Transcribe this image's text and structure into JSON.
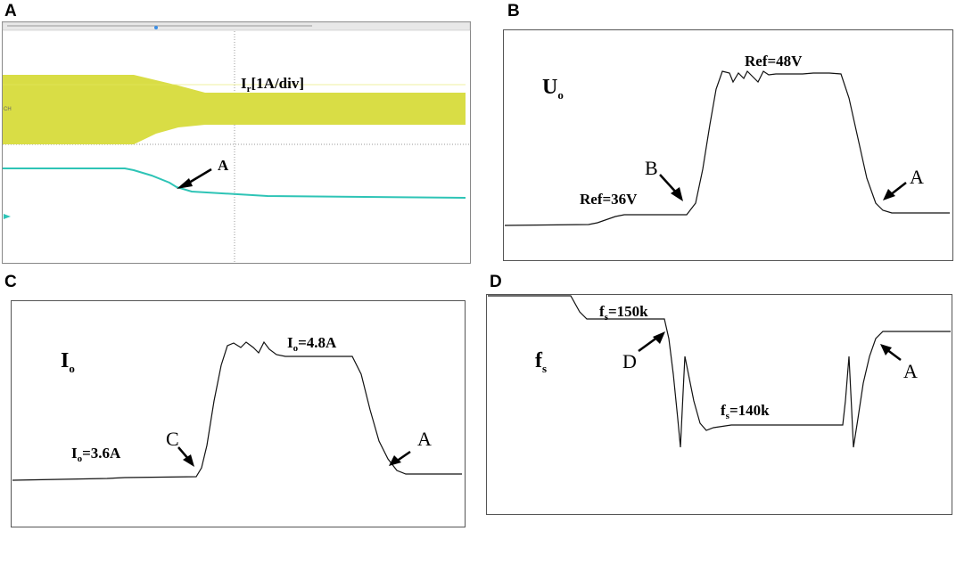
{
  "panels": {
    "A": {
      "letter": "A",
      "ir_label": "I",
      "ir_sub": "r",
      "ir_rest": "[1A/div]",
      "marker": "A",
      "colors": {
        "band": "#d9dd45",
        "trace": "#2ec4b6",
        "grid": "#999999",
        "bg": "#ffffff"
      }
    },
    "B": {
      "letter": "B",
      "quantity": "U",
      "quantity_sub": "o",
      "ref_low": "Ref=36V",
      "ref_high": "Ref=48V",
      "marker_rise": "B",
      "marker_fall": "A"
    },
    "C": {
      "letter": "C",
      "quantity": "I",
      "quantity_sub": "o",
      "low_a": "I",
      "low_sub": "o",
      "low_b": "=3.6A",
      "high_a": "I",
      "high_sub": "o",
      "high_b": "=4.8A",
      "marker_rise": "C",
      "marker_fall": "A"
    },
    "D": {
      "letter": "D",
      "quantity": "f",
      "quantity_sub": "s",
      "high_a": "f",
      "high_sub": "s",
      "high_b": "=150k",
      "low_a": "f",
      "low_sub": "s",
      "low_b": "=140k",
      "marker_fall": "D",
      "marker_rise": "A"
    }
  },
  "chart_data": [
    {
      "type": "line",
      "panel": "A",
      "series": [
        {
          "name": "Ir",
          "description_from_plot": "switching current envelope, amplitude decreases after event A"
        },
        {
          "values_hint": "lower trace steps down at event A"
        }
      ]
    },
    {
      "type": "line",
      "panel": "B",
      "y_levels": {
        "low": 36,
        "high": 48
      },
      "units": "V"
    },
    {
      "type": "line",
      "panel": "C",
      "y_levels": {
        "low": 3.6,
        "high": 4.8
      },
      "units": "A"
    },
    {
      "type": "line",
      "panel": "D",
      "y_levels": {
        "high": 150,
        "low": 140
      },
      "units": "k"
    }
  ]
}
